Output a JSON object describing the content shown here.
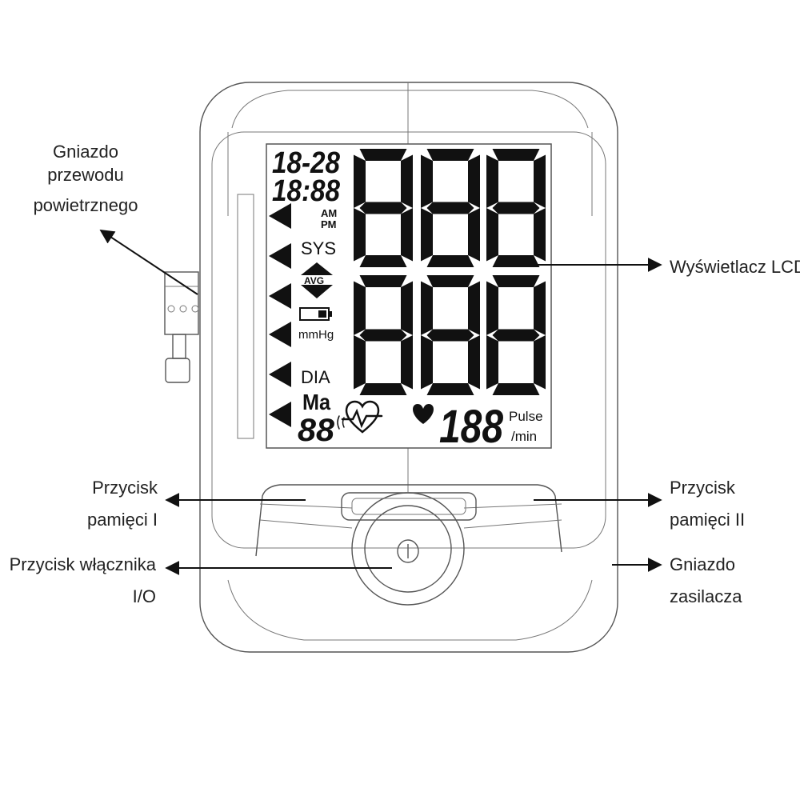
{
  "callouts": {
    "air_socket": [
      "Gniazdo",
      "przewodu",
      "powietrznego"
    ],
    "lcd": "Wyświetlacz LCD",
    "memory_1": [
      "Przycisk",
      "pamięci I"
    ],
    "memory_2": [
      "Przycisk",
      "pamięci II"
    ],
    "power_button": [
      "Przycisk włącznika",
      "I/O"
    ],
    "power_socket": [
      "Gniazdo",
      "zasilacza"
    ]
  },
  "lcd": {
    "date": "18-28",
    "time": "18:88",
    "am": "AM",
    "pm": "PM",
    "sys": "SYS",
    "avg": "AVG",
    "unit": "mmHg",
    "dia": "DIA",
    "memory_indicator": "Ma",
    "memory_number": "88",
    "pulse_value": "188",
    "pulse_label": "Pulse",
    "pulse_unit": "/min",
    "systolic_digits": [
      8,
      8,
      8
    ],
    "diastolic_digits": [
      8,
      8,
      8
    ],
    "pointer_count": 6
  },
  "icons": [
    "arrow-left-icon",
    "arrow-right-icon",
    "arrow-up-left-icon",
    "battery-icon",
    "heart-icon",
    "irregular-heartbeat-icon",
    "triangle-pointer-icon",
    "avg-diamond-icon"
  ]
}
